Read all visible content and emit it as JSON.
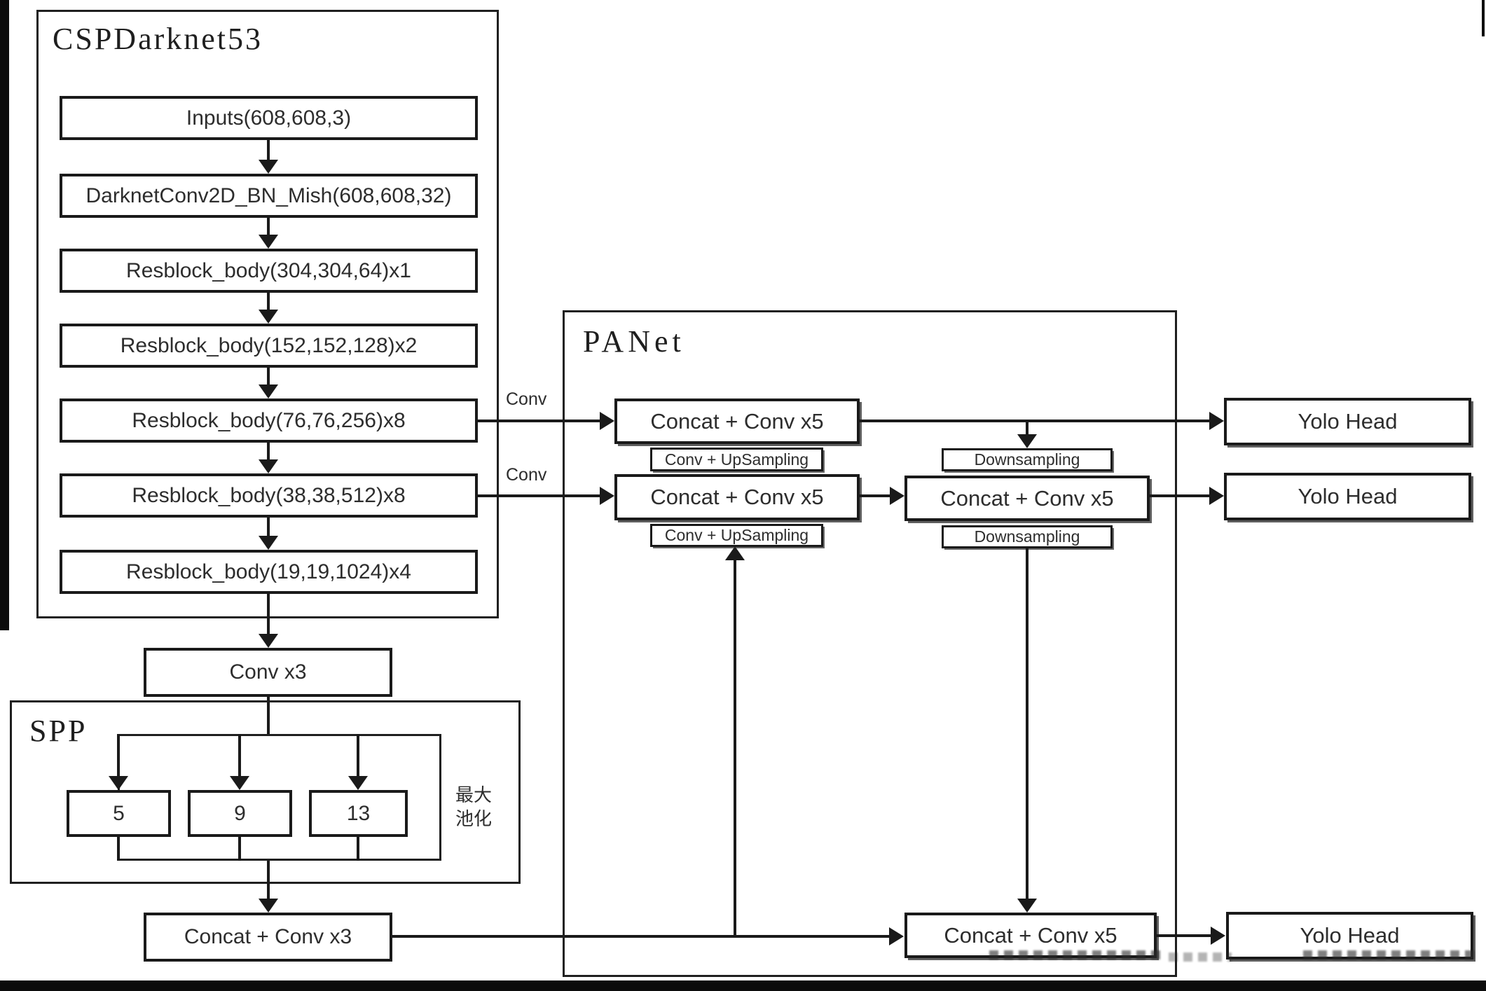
{
  "backbone": {
    "title": "CSPDarknet53",
    "boxes": [
      {
        "label": "Inputs(608,608,3)"
      },
      {
        "label": "DarknetConv2D_BN_Mish(608,608,32)"
      },
      {
        "label": "Resblock_body(304,304,64)x1"
      },
      {
        "label": "Resblock_body(152,152,128)x2"
      },
      {
        "label": "Resblock_body(76,76,256)x8"
      },
      {
        "label": "Resblock_body(38,38,512)x8"
      },
      {
        "label": "Resblock_body(19,19,1024)x4"
      }
    ],
    "conv_x3": "Conv x3"
  },
  "spp": {
    "title": "SPP",
    "pools": [
      {
        "label": "5"
      },
      {
        "label": "9"
      },
      {
        "label": "13"
      }
    ],
    "maxpool_line1": "最大",
    "maxpool_line2": "池化"
  },
  "neck_bottom": {
    "concat_conv_x3": "Concat + Conv x3"
  },
  "panet": {
    "title": "PANet",
    "p3_concat_conv": "Concat + Conv x5",
    "p3_up": "Conv + UpSampling",
    "p4_concat_conv": "Concat + Conv x5",
    "p4_up": "Conv + UpSampling",
    "n4_down": "Downsampling",
    "n4_concat_conv": "Concat + Conv x5",
    "n5_down": "Downsampling",
    "n5_concat_conv": "Concat + Conv x5"
  },
  "edge_labels": {
    "conv_p3": "Conv",
    "conv_p4": "Conv"
  },
  "heads": [
    {
      "label": "Yolo Head"
    },
    {
      "label": "Yolo Head"
    },
    {
      "label": "Yolo Head"
    }
  ],
  "colors": {
    "line": "#1a1a1a",
    "text": "#2d2d2d",
    "background": "#ffffff"
  }
}
